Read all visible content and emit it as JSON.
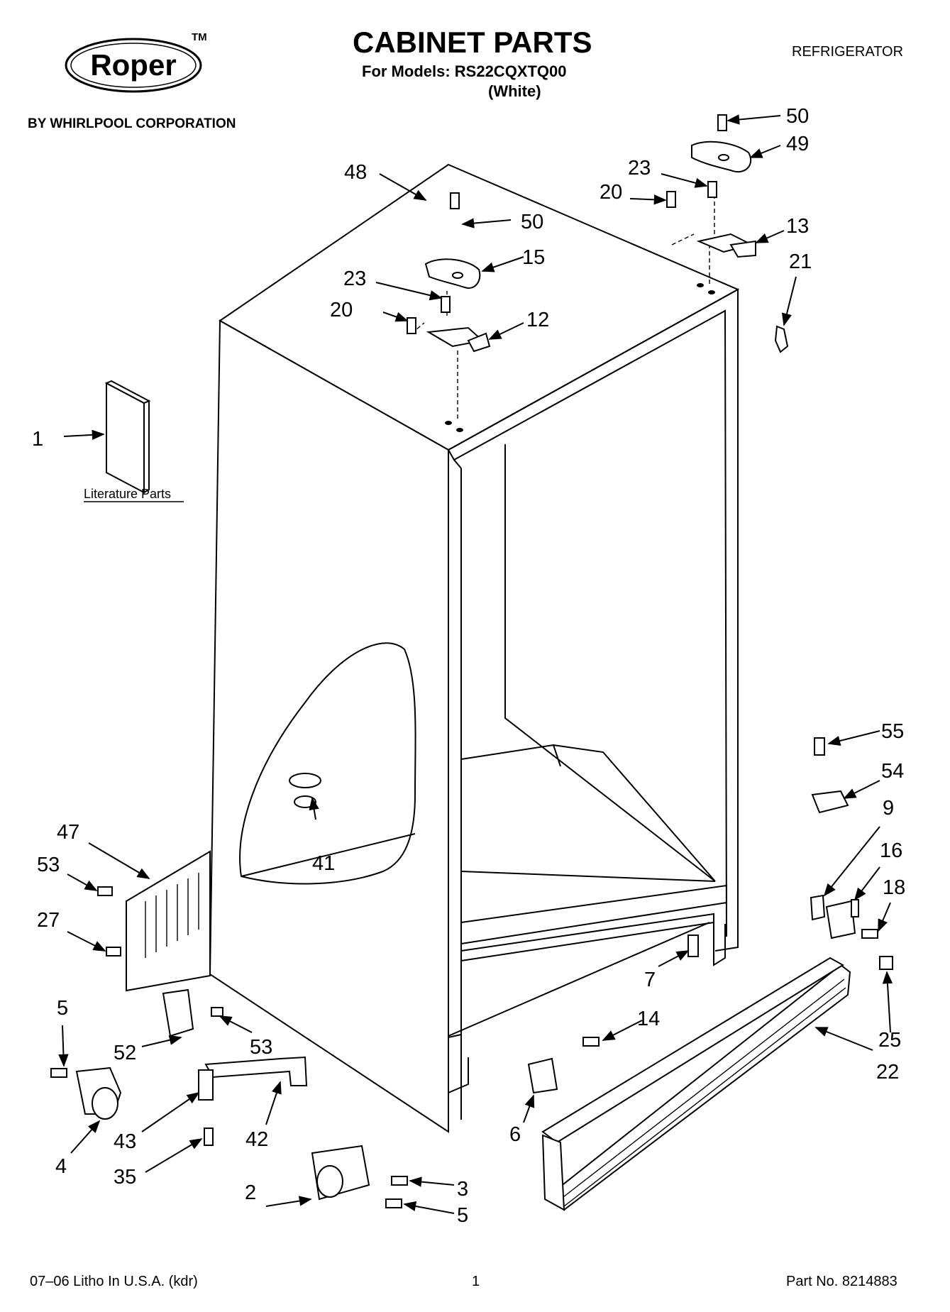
{
  "header": {
    "brand": "Roper",
    "trademark": "TM",
    "corporation": "BY WHIRLPOOL CORPORATION",
    "title": "CABINET PARTS",
    "models_line": "For Models: RS22CQXTQ00",
    "color_line": "(White)",
    "category": "REFRIGERATOR"
  },
  "diagram": {
    "literature_label": "Literature Parts",
    "callouts": [
      {
        "id": "1",
        "label": "1"
      },
      {
        "id": "2",
        "label": "2"
      },
      {
        "id": "3",
        "label": "3"
      },
      {
        "id": "4",
        "label": "4"
      },
      {
        "id": "5a",
        "label": "5"
      },
      {
        "id": "5b",
        "label": "5"
      },
      {
        "id": "6",
        "label": "6"
      },
      {
        "id": "7",
        "label": "7"
      },
      {
        "id": "9",
        "label": "9"
      },
      {
        "id": "12",
        "label": "12"
      },
      {
        "id": "13",
        "label": "13"
      },
      {
        "id": "14",
        "label": "14"
      },
      {
        "id": "15",
        "label": "15"
      },
      {
        "id": "16",
        "label": "16"
      },
      {
        "id": "18",
        "label": "18"
      },
      {
        "id": "20a",
        "label": "20"
      },
      {
        "id": "20b",
        "label": "20"
      },
      {
        "id": "21",
        "label": "21"
      },
      {
        "id": "22",
        "label": "22"
      },
      {
        "id": "23a",
        "label": "23"
      },
      {
        "id": "23b",
        "label": "23"
      },
      {
        "id": "25",
        "label": "25"
      },
      {
        "id": "27",
        "label": "27"
      },
      {
        "id": "35",
        "label": "35"
      },
      {
        "id": "41",
        "label": "41"
      },
      {
        "id": "42",
        "label": "42"
      },
      {
        "id": "43",
        "label": "43"
      },
      {
        "id": "47",
        "label": "47"
      },
      {
        "id": "48",
        "label": "48"
      },
      {
        "id": "49",
        "label": "49"
      },
      {
        "id": "50a",
        "label": "50"
      },
      {
        "id": "50b",
        "label": "50"
      },
      {
        "id": "52",
        "label": "52"
      },
      {
        "id": "53a",
        "label": "53"
      },
      {
        "id": "53b",
        "label": "53"
      },
      {
        "id": "54",
        "label": "54"
      },
      {
        "id": "55",
        "label": "55"
      }
    ]
  },
  "footer": {
    "litho": "07–06 Litho In U.S.A. (kdr)",
    "page": "1",
    "part_no": "Part No. 8214883"
  }
}
